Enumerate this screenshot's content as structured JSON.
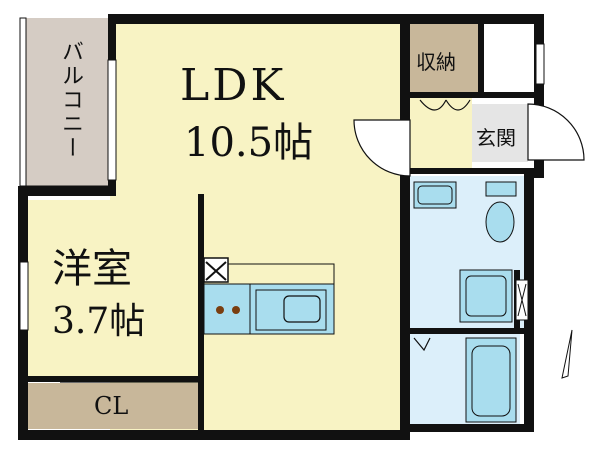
{
  "rooms": {
    "ldk": {
      "name": "LDK",
      "size": "10.5帖"
    },
    "western_room": {
      "name": "洋室",
      "size": "3.7帖"
    },
    "balcony": {
      "name": "バルコニー"
    },
    "closet": {
      "name": "CL"
    },
    "storage": {
      "name": "収納"
    },
    "entrance": {
      "name": "玄関"
    }
  },
  "colors": {
    "ldk_floor": "#f8f3c4",
    "balcony_floor": "#d5ccc4",
    "closet_floor": "#c8b79a",
    "wet_area": "#dceffa",
    "fixture": "#a9ddee",
    "wall": "#111111"
  },
  "icons": [
    "north-arrow-icon",
    "door-swing-icon",
    "toilet-icon",
    "bathtub-icon",
    "washbasin-icon",
    "kitchen-sink-icon",
    "stove-icon",
    "fridge-icon"
  ]
}
